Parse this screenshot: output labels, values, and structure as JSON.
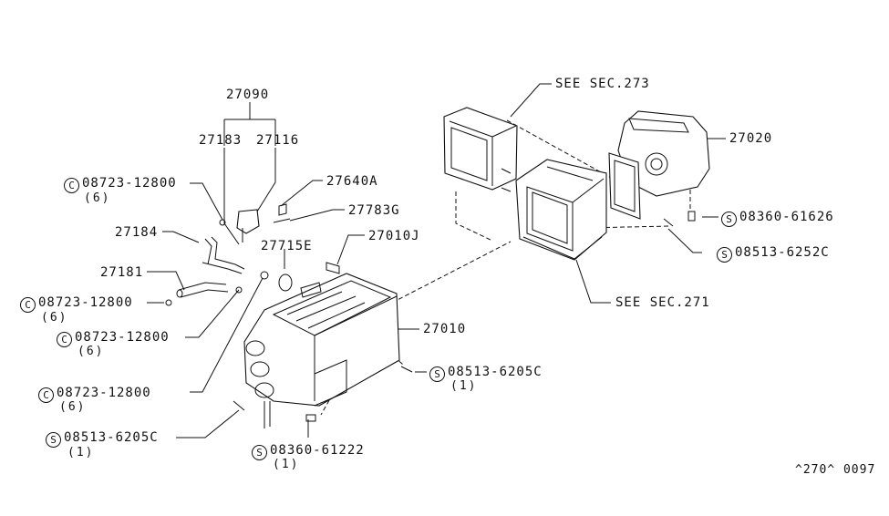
{
  "diagram": {
    "labels": {
      "assembly_27090": "27090",
      "part_27183": "27183",
      "part_27116": "27116",
      "part_27640A": "27640A",
      "part_27783G": "27783G",
      "part_27715E": "27715E",
      "part_27010J": "27010J",
      "part_27184": "27184",
      "part_27181": "27181",
      "part_27010": "27010",
      "part_27020": "27020",
      "see_sec_273": "SEE SEC.273",
      "see_sec_271": "SEE SEC.271"
    },
    "fasteners": [
      {
        "symbol": "C",
        "part": "08723-12800",
        "qty": "(6)"
      },
      {
        "symbol": "C",
        "part": "08723-12800",
        "qty": "(6)"
      },
      {
        "symbol": "C",
        "part": "08723-12800",
        "qty": "(6)"
      },
      {
        "symbol": "C",
        "part": "08723-12800",
        "qty": "(6)"
      },
      {
        "symbol": "S",
        "part": "08513-6205C",
        "qty": "(1)"
      },
      {
        "symbol": "S",
        "part": "08360-61222",
        "qty": "(1)"
      },
      {
        "symbol": "S",
        "part": "08513-6205C",
        "qty": "(1)"
      },
      {
        "symbol": "S",
        "part": "08360-61626",
        "qty": ""
      },
      {
        "symbol": "S",
        "part": "08513-6252C",
        "qty": ""
      }
    ],
    "figure_code": "^270^ 0097",
    "line_color": "#111111",
    "background": "#ffffff"
  }
}
